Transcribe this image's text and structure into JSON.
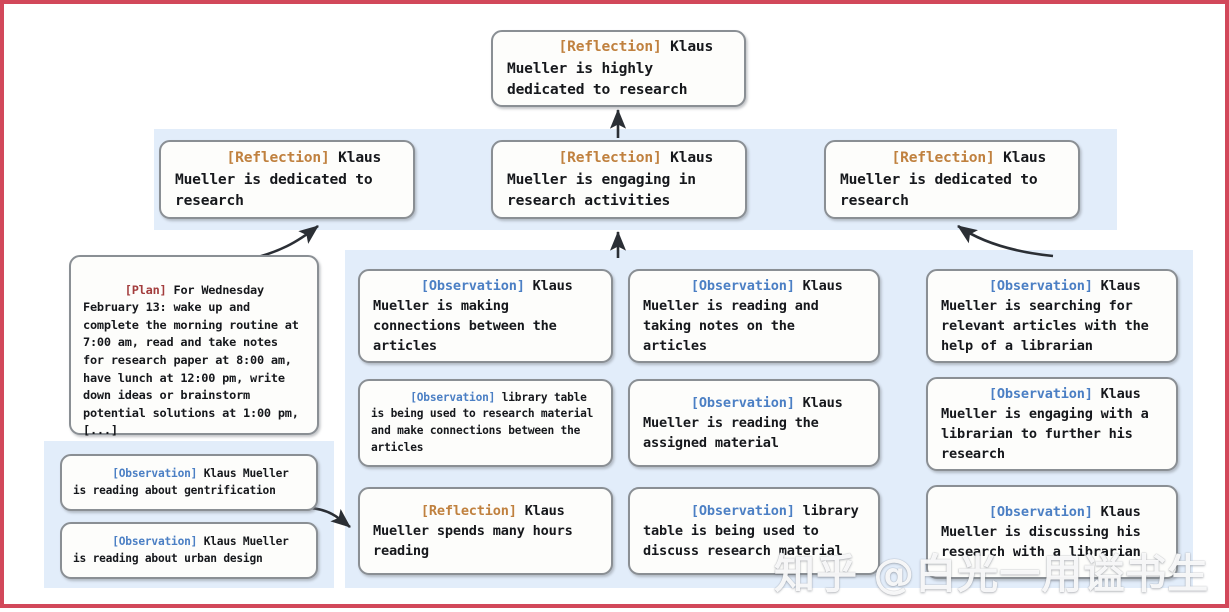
{
  "figure": {
    "border_color": "#d2485a",
    "panel_color": "#e2edfa",
    "node_fill": "#fdfdfb",
    "node_border": "#8a8f94",
    "tag_colors": {
      "reflection": "#c0813f",
      "observation": "#4b7fc4",
      "plan": "#a33d3d"
    },
    "watermark": "知乎 @白光一用谥书生"
  },
  "top_node": {
    "tag": "[Reflection]",
    "tag_type": "reflection",
    "text": " Klaus Mueller is highly dedicated to research"
  },
  "mid_row": [
    {
      "tag": "[Reflection]",
      "tag_type": "reflection",
      "text": " Klaus Mueller is dedicated to research"
    },
    {
      "tag": "[Reflection]",
      "tag_type": "reflection",
      "text": " Klaus Mueller is engaging in research activities"
    },
    {
      "tag": "[Reflection]",
      "tag_type": "reflection",
      "text": " Klaus Mueller is dedicated to research"
    }
  ],
  "plan_node": {
    "tag": "[Plan]",
    "tag_type": "plan",
    "text": " For Wednesday February 13: wake up and complete the morning routine at 7:00 am, read and take notes for research paper at 8:00 am, have lunch at 12:00 pm, write down ideas or brainstorm potential solutions at 1:00 pm, [...]"
  },
  "bottom_left_panel": [
    {
      "tag": "[Observation]",
      "tag_type": "observation",
      "text": " Klaus Mueller is reading about gentrification"
    },
    {
      "tag": "[Observation]",
      "tag_type": "observation",
      "text": " Klaus Mueller is reading about urban design"
    }
  ],
  "column_1": [
    {
      "tag": "[Observation]",
      "tag_type": "observation",
      "text": " Klaus Mueller is making connections between the articles"
    },
    {
      "tag": "[Observation]",
      "tag_type": "observation",
      "text": " library table is being used to research material and make connections between the articles"
    },
    {
      "tag": "[Reflection]",
      "tag_type": "reflection",
      "text": " Klaus Mueller spends many hours reading"
    }
  ],
  "column_2": [
    {
      "tag": "[Observation]",
      "tag_type": "observation",
      "text": " Klaus Mueller is reading and taking notes on the articles"
    },
    {
      "tag": "[Observation]",
      "tag_type": "observation",
      "text": " Klaus Mueller is reading the assigned material"
    },
    {
      "tag": "[Observation]",
      "tag_type": "observation",
      "text": " library table is being used to discuss research material"
    }
  ],
  "column_3": [
    {
      "tag": "[Observation]",
      "tag_type": "observation",
      "text": " Klaus Mueller is searching for relevant articles with the help of a librarian"
    },
    {
      "tag": "[Observation]",
      "tag_type": "observation",
      "text": " Klaus Mueller is engaging with a librarian to further his research"
    },
    {
      "tag": "[Observation]",
      "tag_type": "observation",
      "text": " Klaus Mueller is discussing his research with a librarian"
    }
  ]
}
